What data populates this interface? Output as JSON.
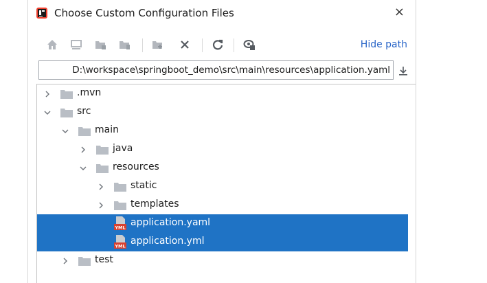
{
  "dialog": {
    "title": "Choose Custom Configuration Files",
    "close_label": "×",
    "hide_path_label": "Hide path",
    "path_value": "D:\\workspace\\springboot_demo\\src\\main\\resources\\application.yaml"
  },
  "toolbar": {
    "icons": [
      "home-icon",
      "desktop-icon",
      "project-folder-icon",
      "module-folder-icon",
      "new-folder-icon",
      "delete-icon",
      "refresh-icon",
      "show-hidden-icon"
    ]
  },
  "tree": {
    "items": [
      {
        "label": ".mvn",
        "depth": 0,
        "expanded": false,
        "type": "folder"
      },
      {
        "label": "src",
        "depth": 0,
        "expanded": true,
        "type": "folder"
      },
      {
        "label": "main",
        "depth": 1,
        "expanded": true,
        "type": "folder"
      },
      {
        "label": "java",
        "depth": 2,
        "expanded": false,
        "type": "folder"
      },
      {
        "label": "resources",
        "depth": 2,
        "expanded": true,
        "type": "folder"
      },
      {
        "label": "static",
        "depth": 3,
        "expanded": false,
        "type": "folder"
      },
      {
        "label": "templates",
        "depth": 3,
        "expanded": false,
        "type": "folder"
      },
      {
        "label": "application.yaml",
        "depth": 3,
        "type": "yaml-file",
        "selected": true
      },
      {
        "label": "application.yml",
        "depth": 3,
        "type": "yaml-file",
        "selected": true
      },
      {
        "label": "test",
        "depth": 1,
        "expanded": false,
        "type": "folder"
      }
    ]
  },
  "colors": {
    "selection": "#1f73c5",
    "link": "#2a66c8",
    "folder": "#b9bec5"
  }
}
